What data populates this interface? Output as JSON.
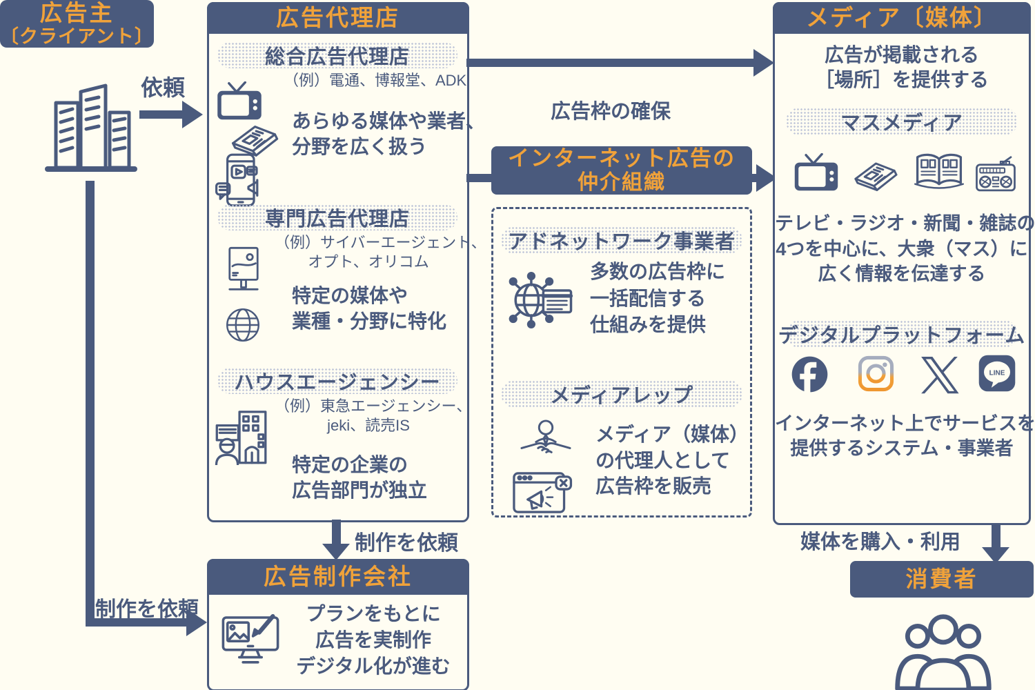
{
  "colors": {
    "navy": "#4a5a7d",
    "orange": "#f0a23a",
    "background": "#fffdf2",
    "instagram_gray": "#a6adbe",
    "instagram_orange": "#f1a13b"
  },
  "client": {
    "title_line1": "広告主",
    "title_line2": "〔クライアント〕",
    "icon": "office-buildings"
  },
  "labels": {
    "request": "依頼",
    "ad_space": "広告枠の確保",
    "produce_down": "制作を依頼",
    "produce_left": "制作を依頼",
    "purchase": "媒体を購入・利用"
  },
  "agency": {
    "title": "広告代理店",
    "sections": [
      {
        "heading": "総合広告代理店",
        "example": [
          "（例）電通、博報堂、ADK"
        ],
        "desc": [
          "あらゆる媒体や業者、",
          "分野を広く扱う"
        ],
        "icons": [
          "tv",
          "newspaper",
          "smartphone-media"
        ]
      },
      {
        "heading": "専門広告代理店",
        "example": [
          "（例）サイバーエージェント、",
          "オプト、オリコム"
        ],
        "desc": [
          "特定の媒体や",
          "業種・分野に特化"
        ],
        "icons": [
          "signboard",
          "globe"
        ]
      },
      {
        "heading": "ハウスエージェンシー",
        "example": [
          "（例）東急エージェンシー、",
          "jeki、読売IS"
        ],
        "desc": [
          "特定の企業の",
          "広告部門が独立"
        ],
        "icons": [
          "worker-building"
        ]
      }
    ]
  },
  "intermediary": {
    "title_line1": "インターネット広告の",
    "title_line2": "仲介組織",
    "sections": [
      {
        "heading": "アドネットワーク事業者",
        "desc": [
          "多数の広告枠に",
          "一括配信する",
          "仕組みを提供"
        ],
        "icons": [
          "network-distribution"
        ]
      },
      {
        "heading": "メディアレップ",
        "desc": [
          "メディア（媒体）",
          "の代理人として",
          "広告枠を販売"
        ],
        "icons": [
          "handshake",
          "browser-ad"
        ]
      }
    ]
  },
  "media": {
    "title": "メディア〔媒体〕",
    "intro": [
      "広告が掲載される",
      "［場所］を提供する"
    ],
    "mass": {
      "heading": "マスメディア",
      "desc": [
        "テレビ・ラジオ・新聞・雑誌の",
        "4つを中心に、大衆（マス）に",
        "広く情報を伝達する"
      ],
      "icons": [
        "tv",
        "newspaper",
        "magazine",
        "radio"
      ]
    },
    "digital": {
      "heading": "デジタルプラットフォーム",
      "desc": [
        "インターネット上でサービスを",
        "提供するシステム・事業者"
      ],
      "icons": [
        "facebook",
        "instagram",
        "x",
        "line"
      ],
      "line_label": "LINE"
    }
  },
  "production": {
    "title": "広告制作会社",
    "desc": [
      "プランをもとに",
      "広告を実制作",
      "デジタル化が進む"
    ],
    "icon": "monitor-paintbrush"
  },
  "consumer": {
    "title": "消費者",
    "icon": "people-group"
  }
}
